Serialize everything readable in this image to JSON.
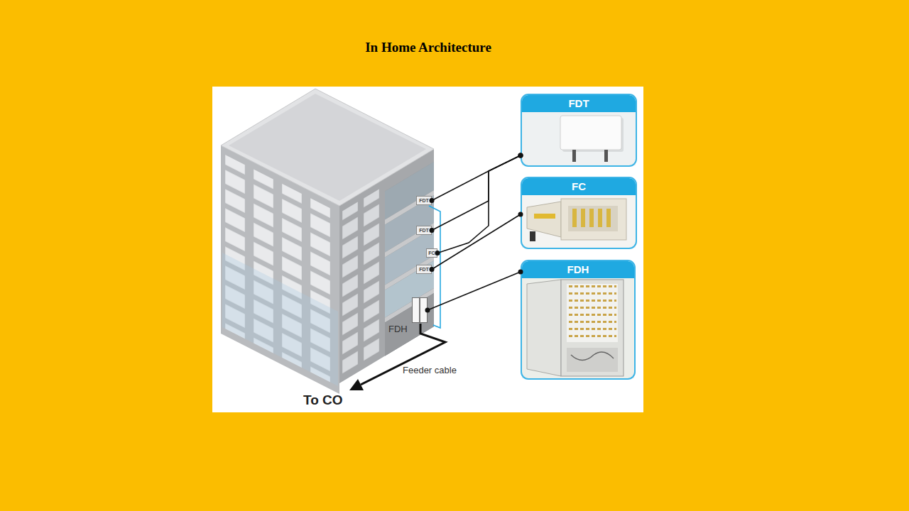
{
  "diagram": {
    "title": "In Home Architecture",
    "nodes": [
      {
        "text": [
          "FDT"
        ]
      },
      {
        "text": [
          "FDT"
        ]
      },
      {
        "text": [
          "FC"
        ]
      },
      {
        "text": [
          "FDT"
        ]
      },
      {
        "text": [
          "FDH"
        ]
      },
      {
        "text": [
          "FDT"
        ]
      },
      {
        "text": [
          "FC"
        ]
      },
      {
        "text": [
          "FDH"
        ]
      }
    ],
    "edges": [
      {
        "from": 0,
        "to": 5,
        "arrow": "none"
      },
      {
        "from": 1,
        "to": 5,
        "arrow": "none"
      },
      {
        "from": 2,
        "to": 5,
        "arrow": "none"
      },
      {
        "from": 3,
        "to": 6,
        "arrow": "none"
      },
      {
        "from": 4,
        "to": 7,
        "arrow": "none"
      }
    ],
    "labels": [
      "Feeder cable",
      "To CO"
    ]
  }
}
